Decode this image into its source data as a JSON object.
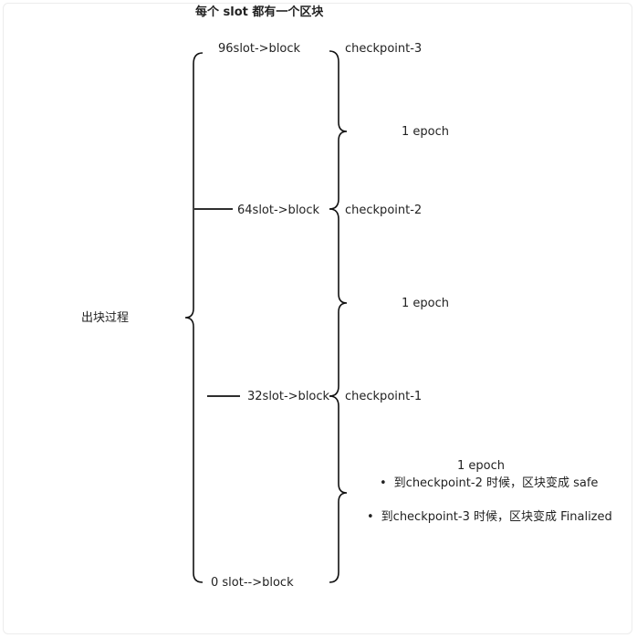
{
  "title": "每个 slot 都有一个区块",
  "left_label": "出块过程",
  "slots": [
    {
      "label": "96slot->block"
    },
    {
      "label": "64slot->block"
    },
    {
      "label": "32slot->block"
    },
    {
      "label": "0 slot-->block"
    }
  ],
  "checkpoints": [
    "checkpoint-3",
    "checkpoint-2",
    "checkpoint-1"
  ],
  "epochs": [
    "1 epoch",
    "1 epoch",
    "1 epoch"
  ],
  "notes": [
    "到checkpoint-2 时候，区块变成 safe",
    "到checkpoint-3 时候，区块变成 Finalized"
  ],
  "colors": {
    "stroke": "#111111",
    "text": "#222222",
    "border": "#ececec"
  }
}
